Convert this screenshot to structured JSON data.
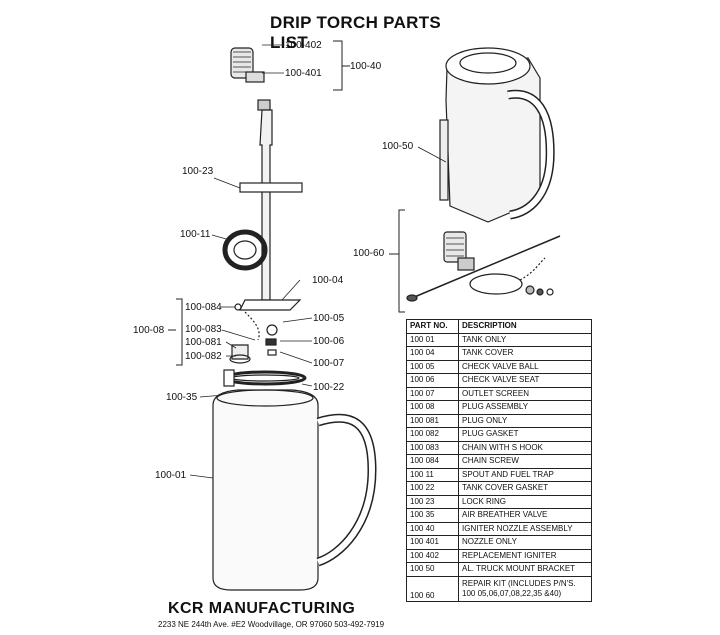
{
  "title": "DRIP TORCH PARTS LIST",
  "labels": {
    "l100_402": "100-402",
    "l100_401": "100-401",
    "l100_40": "100-40",
    "l100_50": "100-50",
    "l100_23": "100-23",
    "l100_11": "100-11",
    "l100_60": "100-60",
    "l100_04": "100-04",
    "l100_084": "100-084",
    "l100_05": "100-05",
    "l100_083": "100-083",
    "l100_08": "100-08",
    "l100_06": "100-06",
    "l100_081": "100-081",
    "l100_082": "100-082",
    "l100_07": "100-07",
    "l100_22": "100-22",
    "l100_35": "100-35",
    "l100_01": "100-01"
  },
  "table": {
    "headers": [
      "PART NO.",
      "DESCRIPTION"
    ],
    "rows": [
      [
        "100 01",
        "TANK ONLY"
      ],
      [
        "100 04",
        "TANK COVER"
      ],
      [
        "100 05",
        "CHECK VALVE BALL"
      ],
      [
        "100 06",
        "CHECK VALVE SEAT"
      ],
      [
        "100 07",
        "OUTLET SCREEN"
      ],
      [
        "100 08",
        "PLUG ASSEMBLY"
      ],
      [
        "100 081",
        "PLUG ONLY"
      ],
      [
        "100 082",
        "PLUG GASKET"
      ],
      [
        "100 083",
        "CHAIN WITH S HOOK"
      ],
      [
        "100 084",
        "CHAIN SCREW"
      ],
      [
        "100 11",
        "SPOUT AND FUEL TRAP"
      ],
      [
        "100 22",
        "TANK COVER GASKET"
      ],
      [
        "100 23",
        "LOCK RING"
      ],
      [
        "100 35",
        "AIR BREATHER VALVE"
      ],
      [
        "100 40",
        "IGNITER NOZZLE ASSEMBLY"
      ],
      [
        "100 401",
        "NOZZLE ONLY"
      ],
      [
        "100 402",
        "REPLACEMENT IGNITER"
      ],
      [
        "100 50",
        "AL. TRUCK MOUNT BRACKET"
      ]
    ],
    "last_row": {
      "part": "100 60",
      "desc_line1": "REPAIR KIT (INCLUDES P/N'S.",
      "desc_line2": "100 05,06,07,08,22,35 &40)"
    }
  },
  "company": "KCR MANUFACTURING",
  "address": "2233 NE 244th Ave. #E2  Woodvillage, OR 97060  503-492-7919"
}
